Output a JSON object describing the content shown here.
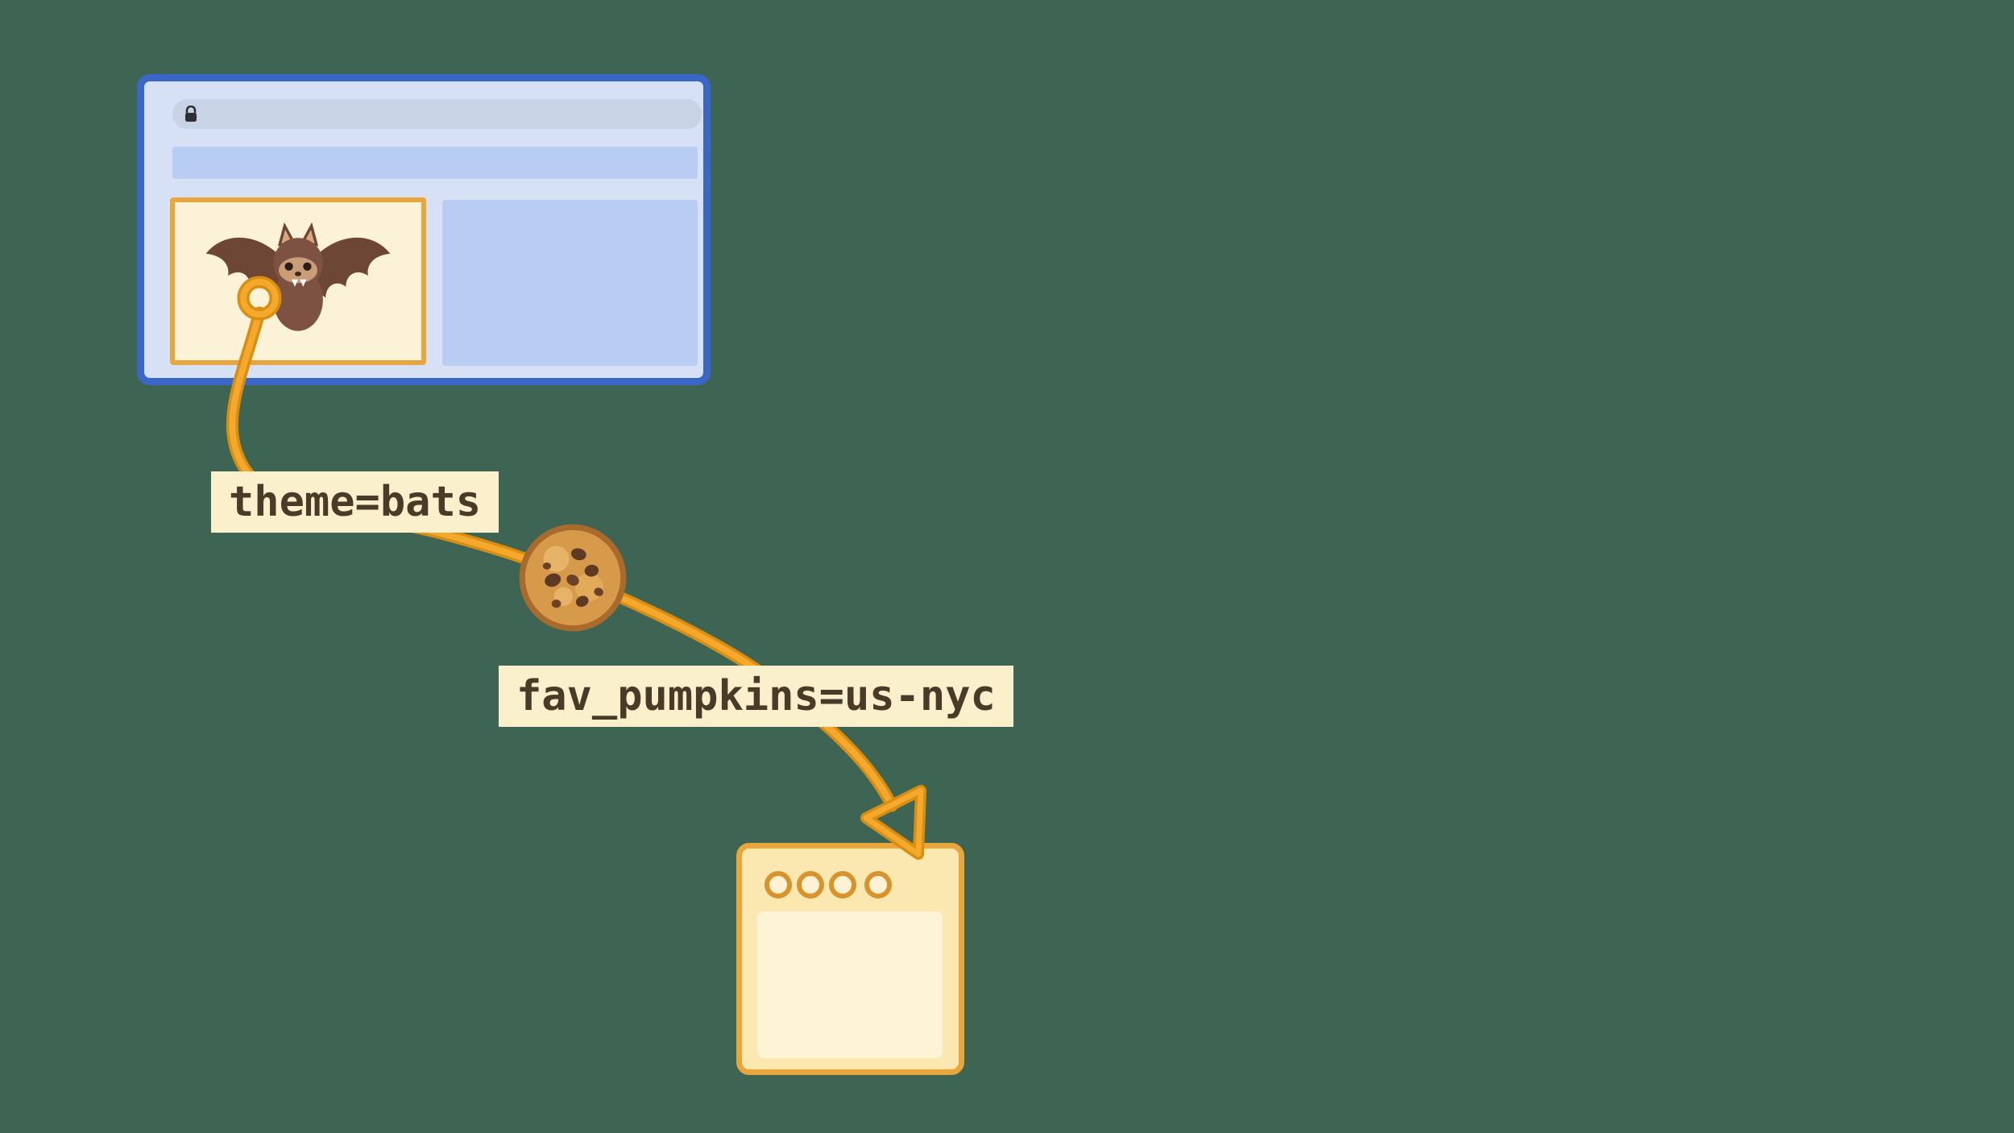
{
  "scene": {
    "background_color": "#3E6553",
    "description": "Diagram of browser cookies flowing from a website window to a server box"
  },
  "browser_window": {
    "address_bar": {
      "lock_icon": "lock-icon",
      "url_text": ""
    },
    "bat_image": "bat-illustration"
  },
  "cookie_flow": {
    "cookie_icon": "cookie-icon",
    "labels": [
      {
        "text": "theme=bats"
      },
      {
        "text": "fav_pumpkins=us-nyc"
      }
    ]
  },
  "colors": {
    "flow_line": "#F2A41F",
    "flow_line_outline": "#D98E12",
    "window_border": "#3A66C8",
    "window_fill": "#D6E1F6",
    "panel_fill": "#B9CDF2",
    "address_bar_fill": "#C9D3E6",
    "highlight_border": "#E8A63B",
    "label_fill": "#FBF0CC",
    "label_text": "#4A3A28",
    "jar_fill": "#FBE8B0",
    "jar_inner_fill": "#FDF4D8",
    "jar_dot_ring": "#D8932C"
  }
}
